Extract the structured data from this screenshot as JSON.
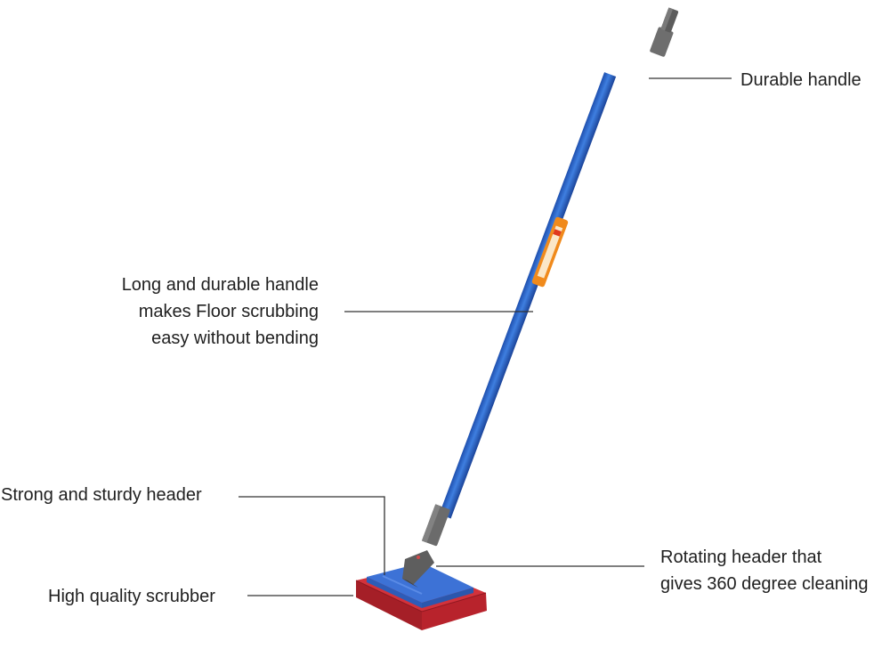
{
  "callouts": {
    "durable_handle": "Durable handle",
    "long_handle": [
      "Long and durable handle",
      "makes Floor scrubbing",
      "easy without bending"
    ],
    "sturdy_header": "Strong and sturdy header",
    "scrubber": "High quality scrubber",
    "rotating_header": [
      "Rotating header that",
      "gives 360 degree cleaning"
    ]
  },
  "colors": {
    "handle_blue": "#2f67c9",
    "connector_grey": "#6b6b6b",
    "header_blue": "#3d72d6",
    "pad_red": "#c4252f",
    "leader_line": "#333333",
    "label_orange": "#f08a1c"
  }
}
